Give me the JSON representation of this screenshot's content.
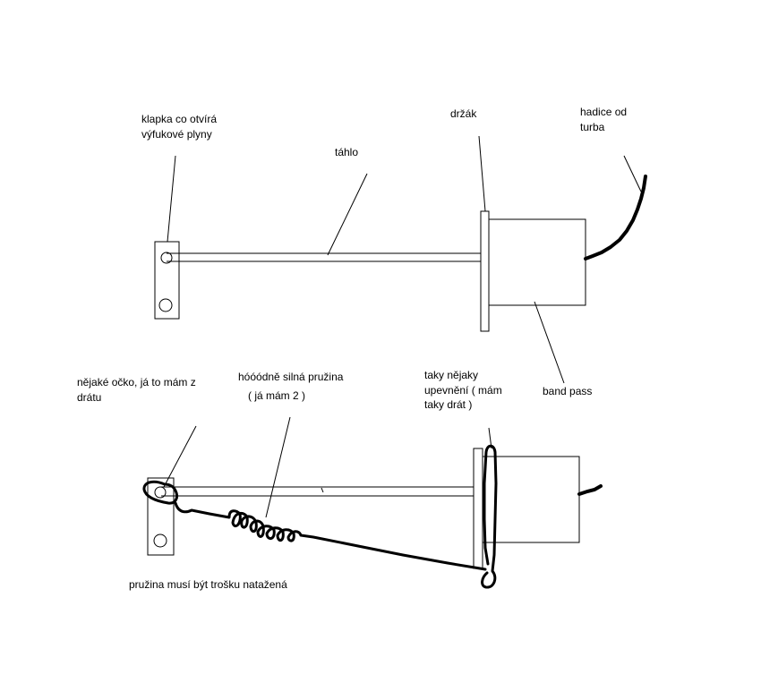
{
  "labels": {
    "klapka_line1": "klapka co otvírá",
    "klapka_line2": "výfukové plyny",
    "tahlo": "táhlo",
    "drzak": "držák",
    "hadice_line1": "hadice od",
    "hadice_line2": "turba",
    "band_pass": "band pass",
    "ocko_line1": "nějaké očko, já to mám z",
    "ocko_line2": "drátu",
    "pruzina_line1": "hóóódně silná pružina",
    "pruzina_line2": "( já mám 2 )",
    "upevneni_line1": "taky nějaky",
    "upevneni_line2": "upevnění ( mám",
    "upevneni_line3": "taky drát )",
    "natazena": "pružina musí být trošku natažená"
  },
  "colors": {
    "line": "#000000",
    "background": "#ffffff"
  }
}
